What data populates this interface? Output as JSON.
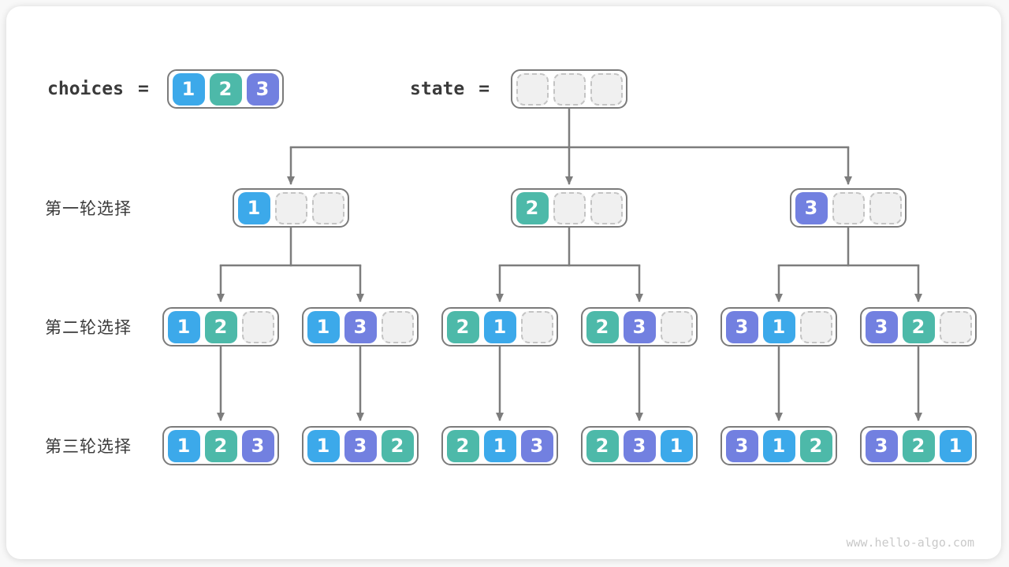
{
  "colors": {
    "v1": "#3CA9EA",
    "v2": "#4DB9A9",
    "v3": "#7280E0",
    "empty_fill": "#F0F0F0",
    "empty_border": "#C4C4C4",
    "box_border": "#7B7B7B",
    "arrow": "#7D7D7D"
  },
  "header": {
    "choices": {
      "label": "choices",
      "equals": "=",
      "cells": [
        1,
        2,
        3
      ]
    },
    "state": {
      "label": "state",
      "equals": "=",
      "cells": [
        null,
        null,
        null
      ]
    }
  },
  "rounds": [
    {
      "label": "第一轮选择",
      "boxes": [
        [
          1,
          null,
          null
        ],
        [
          2,
          null,
          null
        ],
        [
          3,
          null,
          null
        ]
      ]
    },
    {
      "label": "第二轮选择",
      "boxes": [
        [
          1,
          2,
          null
        ],
        [
          1,
          3,
          null
        ],
        [
          2,
          1,
          null
        ],
        [
          2,
          3,
          null
        ],
        [
          3,
          1,
          null
        ],
        [
          3,
          2,
          null
        ]
      ]
    },
    {
      "label": "第三轮选择",
      "boxes": [
        [
          1,
          2,
          3
        ],
        [
          1,
          3,
          2
        ],
        [
          2,
          1,
          3
        ],
        [
          2,
          3,
          1
        ],
        [
          3,
          1,
          2
        ],
        [
          3,
          2,
          1
        ]
      ]
    }
  ],
  "watermark": "www.hello-algo.com"
}
